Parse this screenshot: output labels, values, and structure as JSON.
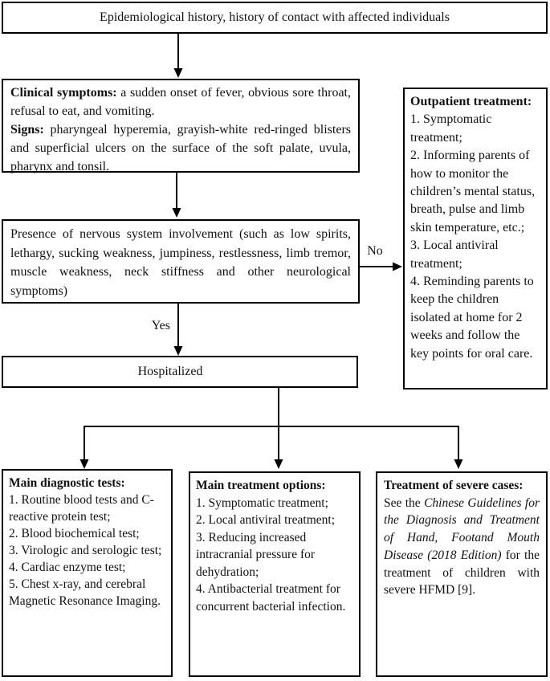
{
  "colors": {
    "border": "#000000",
    "text": "#111111",
    "background": "#ffffff"
  },
  "figure": {
    "top_box": "Epidemiological history, history of contact with affected individuals",
    "clinical_box": {
      "p1_heading": "Clinical symptoms:",
      "p1_body": " a sudden onset of fever, obvious sore throat, refusal to eat, and vomiting.",
      "p2_heading": "Signs:",
      "p2_body": " pharyngeal hyperemia, grayish-white red-ringed blisters and superficial ulcers on the surface of the soft palate, uvula, pharynx and tonsil."
    },
    "nervous_box": "Presence of nervous system involvement (such as low spirits, lethargy, sucking weakness, jumpiness, restlessness, limb tremor, muscle weakness, neck stiffness and other neurological symptoms)",
    "no_label": "No",
    "yes_label": "Yes",
    "outpatient_box": {
      "heading": "Outpatient treatment:",
      "items": [
        "1. Symptomatic treatment;",
        "2. Informing parents of how to monitor the children’s mental status, breath, pulse and limb skin temperature, etc.;",
        "3. Local antiviral treatment;",
        "4. Reminding parents to keep the children isolated at home for 2 weeks and follow the key points for oral care."
      ]
    },
    "hospitalized_box": "Hospitalized",
    "diagnostic_box": {
      "heading": "Main diagnostic tests:",
      "items": [
        "1. Routine blood tests and C-reactive protein test;",
        "2. Blood biochemical test;",
        "3. Virologic and serologic test;",
        "4. Cardiac enzyme test;",
        "5. Chest x-ray, and cerebral Magnetic Resonance Imaging."
      ]
    },
    "treatment_box": {
      "heading": "Main treatment options:",
      "items": [
        "1. Symptomatic treatment;",
        "2. Local antiviral treatment;",
        "3. Reducing increased intracranial pressure for dehydration;",
        "4. Antibacterial treatment for concurrent bacterial infection."
      ]
    },
    "severe_box": {
      "heading": "Treatment of severe cases:",
      "body_prefix": "See the ",
      "body_italic": "Chinese Guidelines for the Diagnosis and Treatment of Hand, Footand Mouth Disease (2018 Edition)",
      "body_suffix": " for the treatment of children with severe HFMD [9]."
    }
  }
}
